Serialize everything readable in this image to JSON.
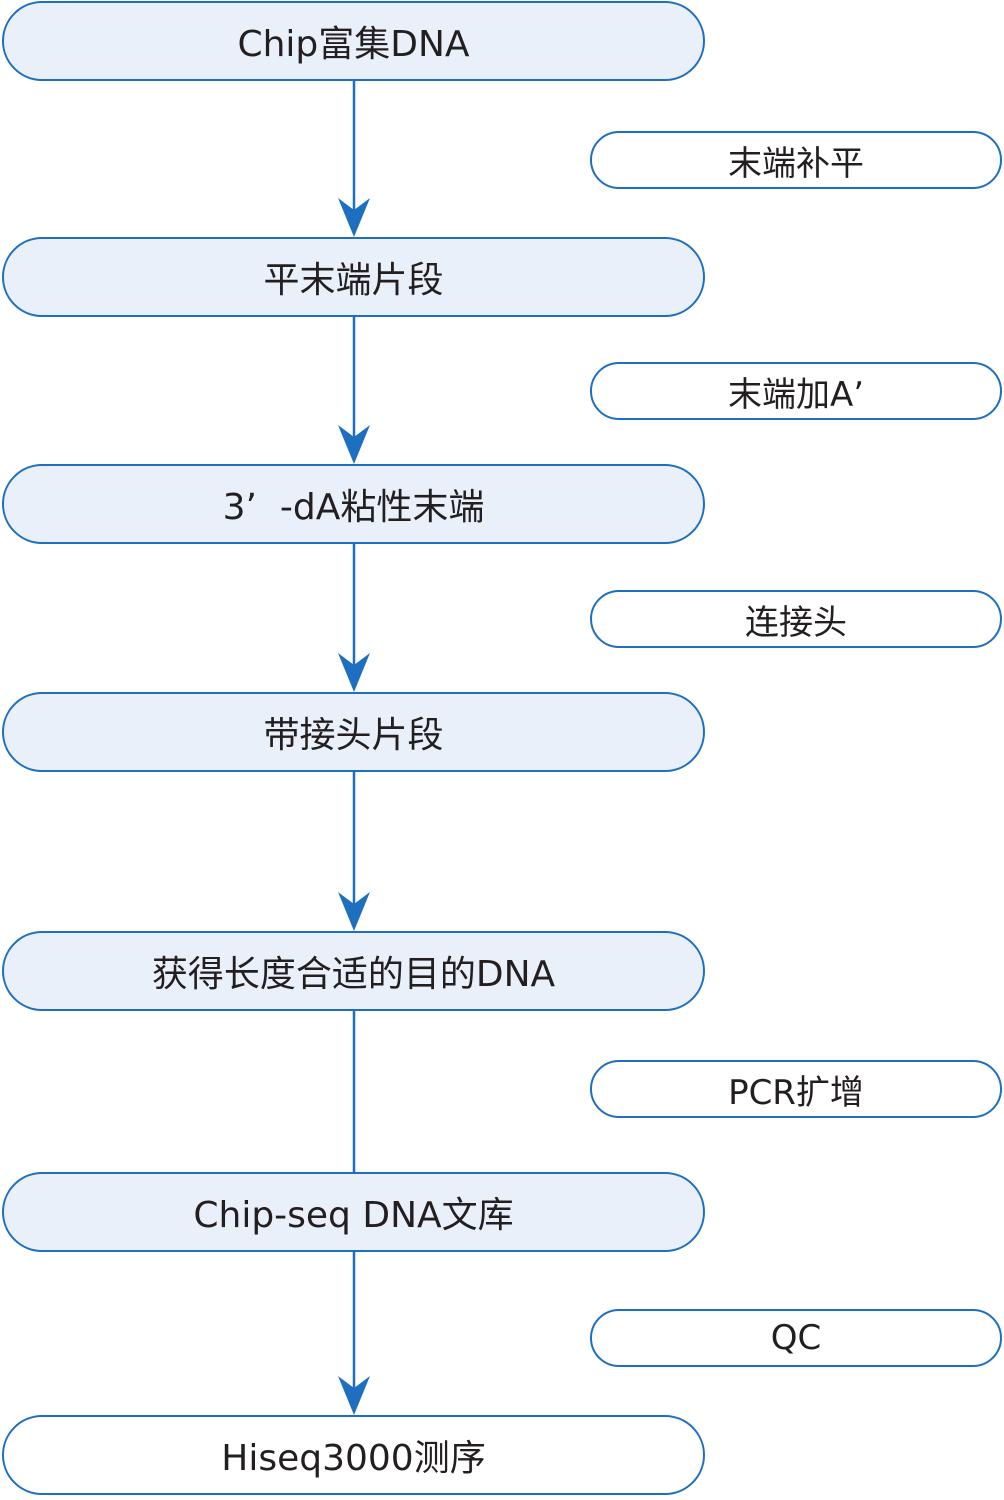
{
  "colors": {
    "border": "#1e6fc0",
    "arrow": "#1e6fc0",
    "step_fill_light": "#e9f0fa",
    "step_fill_white": "#ffffff",
    "operation_fill": "#ffffff",
    "text": "#231f20"
  },
  "steps": [
    {
      "label": "Chip富集DNA",
      "fill": "light"
    },
    {
      "label": "平末端片段",
      "fill": "light"
    },
    {
      "label": "3’  -dA粘性末端",
      "fill": "light"
    },
    {
      "label": "带接头片段",
      "fill": "light"
    },
    {
      "label": "获得长度合适的目的DNA",
      "fill": "light"
    },
    {
      "label": "Chip-seq DNA文库",
      "fill": "light"
    },
    {
      "label": "Hiseq3000测序",
      "fill": "white"
    }
  ],
  "operations": [
    {
      "label": "末端补平"
    },
    {
      "label": "末端加A’"
    },
    {
      "label": "连接头"
    },
    {
      "label": "PCR扩增"
    },
    {
      "label": "QC"
    }
  ],
  "connectors": [
    {
      "from": "steps.0",
      "to": "steps.1",
      "arrowhead": true
    },
    {
      "from": "steps.1",
      "to": "steps.2",
      "arrowhead": true
    },
    {
      "from": "steps.2",
      "to": "steps.3",
      "arrowhead": true
    },
    {
      "from": "steps.3",
      "to": "steps.4",
      "arrowhead": true
    },
    {
      "from": "steps.4",
      "to": "steps.5",
      "arrowhead": false
    },
    {
      "from": "steps.5",
      "to": "steps.6",
      "arrowhead": true
    }
  ]
}
